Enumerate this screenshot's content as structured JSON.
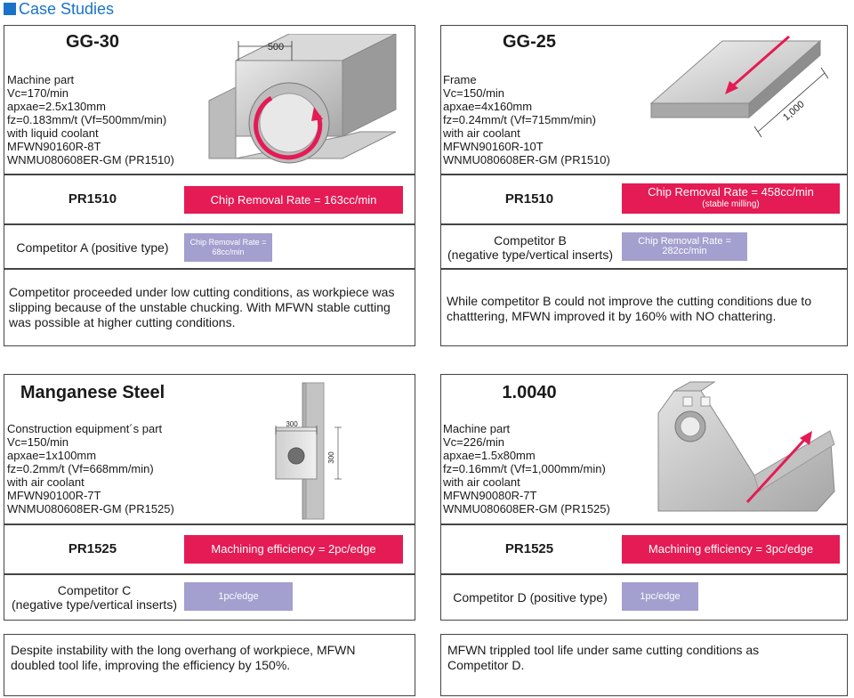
{
  "header": {
    "title": "Case Studies",
    "accent": "#1a73c8"
  },
  "colors": {
    "red_bar": "#e41b54",
    "purple_bar": "#a39fcf"
  },
  "cases": [
    {
      "title": "GG-30",
      "specs": [
        "Machine part",
        "Vc=170/min",
        "apxae=2.5x130mm",
        "fz=0.183mm/t (Vf=500mm/min)",
        "with liquid coolant",
        "MFWN90160R-8T",
        "WNMU080608ER-GM (PR1510)"
      ],
      "dimension": "500",
      "grade": "PR1510",
      "result": "Chip Removal Rate = 163cc/min",
      "competitor": "Competitor A (positive type)",
      "competitor_result": "Chip Removal Rate = 68cc/min",
      "note": "Competitor proceeded under low cutting conditions, as workpiece was slipping because of the unstable chucking. With MFWN stable cutting was possible at higher cutting conditions."
    },
    {
      "title": "GG-25",
      "specs": [
        "Frame",
        "Vc=150/min",
        "apxae=4x160mm",
        "fz=0.24mm/t (Vf=715mm/min)",
        "with air coolant",
        "MFWN90160R-10T",
        "WNMU080608ER-GM (PR1510)"
      ],
      "dimension": "1,000",
      "grade": "PR1510",
      "result": "Chip Removal Rate = 458cc/min",
      "result_sub": "(stable milling)",
      "competitor_line1": "Competitor B",
      "competitor_line2": "(negative type/vertical inserts)",
      "competitor_result": "Chip Removal Rate = 282cc/min",
      "note": "While competitor B could not improve the cutting conditions due to chatttering, MFWN improved it by 160% with NO chattering."
    },
    {
      "title": "Manganese Steel",
      "specs": [
        "Construction equipment´s part",
        "Vc=150/min",
        "apxae=1x100mm",
        "fz=0.2mm/t (Vf=668mm/min)",
        "with air coolant",
        "MFWN90100R-7T",
        "WNMU080608ER-GM (PR1525)"
      ],
      "dimension": "300",
      "grade": "PR1525",
      "result": "Machining efficiency = 2pc/edge",
      "competitor_line1": "Competitor C",
      "competitor_line2": "(negative type/vertical inserts)",
      "competitor_result": "1pc/edge",
      "note": "Despite instability with the long overhang of workpiece, MFWN doubled tool life, improving the efficiency by 150%."
    },
    {
      "title": "1.0040",
      "specs": [
        "Machine part",
        "Vc=226/min",
        "apxae=1.5x80mm",
        "fz=0.16mm/t (Vf=1,000mm/min)",
        "with air coolant",
        "MFWN90080R-7T",
        "WNMU080608ER-GM (PR1525)"
      ],
      "grade": "PR1525",
      "result": "Machining efficiency = 3pc/edge",
      "competitor": "Competitor D (positive type)",
      "competitor_result": "1pc/edge",
      "note": "MFWN trippled tool life under same cutting conditions as Competitor D."
    }
  ]
}
